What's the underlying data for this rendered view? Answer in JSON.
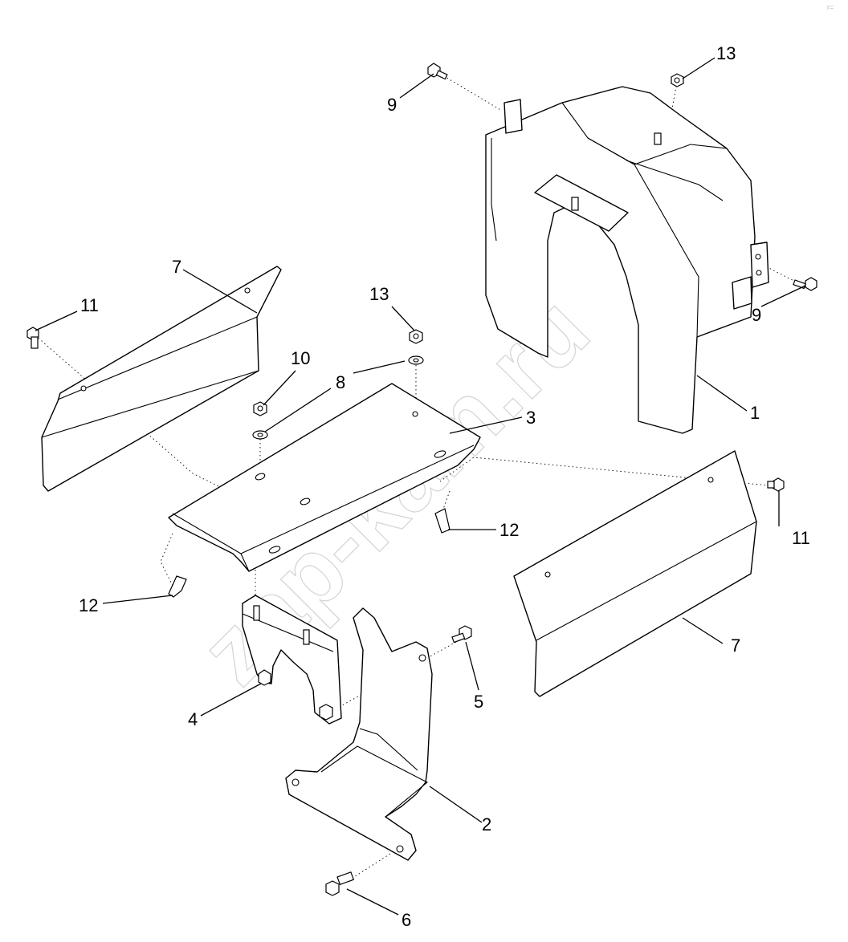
{
  "watermark": "zap-kam.ru",
  "corner_mark": "r=",
  "callouts": [
    {
      "id": "c1",
      "label": "1"
    },
    {
      "id": "c2",
      "label": "2"
    },
    {
      "id": "c3",
      "label": "3"
    },
    {
      "id": "c4",
      "label": "4"
    },
    {
      "id": "c5",
      "label": "5"
    },
    {
      "id": "c6",
      "label": "6"
    },
    {
      "id": "c7a",
      "label": "7"
    },
    {
      "id": "c7b",
      "label": "7"
    },
    {
      "id": "c8",
      "label": "8"
    },
    {
      "id": "c9a",
      "label": "9"
    },
    {
      "id": "c9b",
      "label": "9"
    },
    {
      "id": "c10",
      "label": "10"
    },
    {
      "id": "c11a",
      "label": "11"
    },
    {
      "id": "c11b",
      "label": "11"
    },
    {
      "id": "c12a",
      "label": "12"
    },
    {
      "id": "c12b",
      "label": "12"
    },
    {
      "id": "c13a",
      "label": "13"
    },
    {
      "id": "c13b",
      "label": "13"
    }
  ]
}
